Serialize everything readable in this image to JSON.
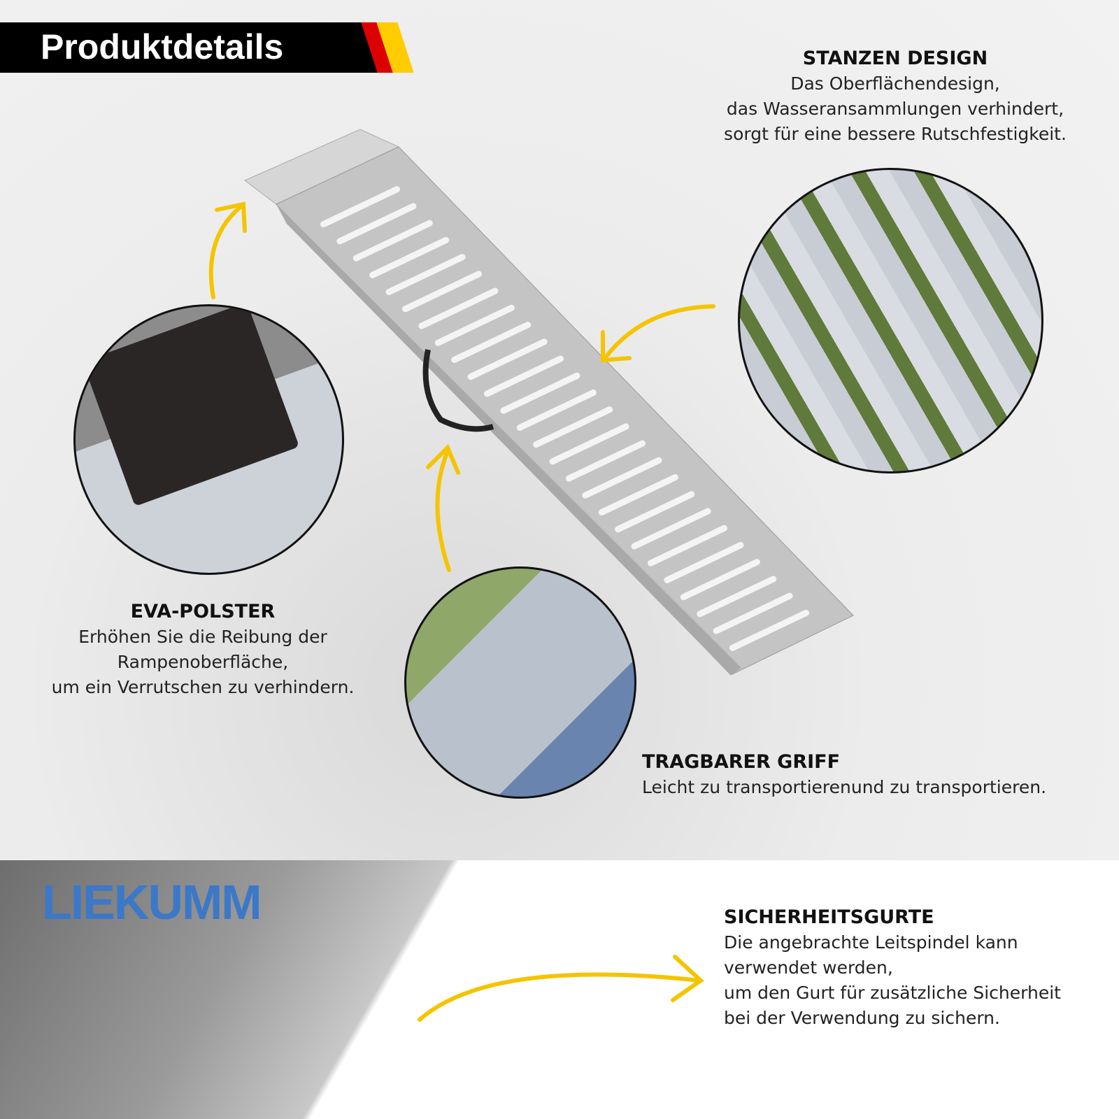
{
  "header": {
    "title": "Produktdetails",
    "flag_colors": [
      "#000000",
      "#dd0000",
      "#ffcc00"
    ]
  },
  "features": [
    {
      "title": "STANZEN DESIGN",
      "lines": [
        "Das Oberflächendesign,",
        "das Wasseransammlungen verhindert,",
        "sorgt für eine bessere Rutschfestigkeit."
      ]
    },
    {
      "title": "EVA-POLSTER",
      "lines": [
        "Erhöhen Sie die Reibung der",
        "Rampenoberfläche,",
        "um ein Verrutschen zu verhindern."
      ]
    },
    {
      "title": "TRAGBARER GRIFF",
      "lines": [
        "Leicht zu transportierenund zu transportieren."
      ]
    },
    {
      "title": "SICHERHEITSGURTE",
      "lines": [
        "Die angebrachte Leitspindel kann",
        "verwendet werden,",
        "um den Gurt für zusätzliche Sicherheit",
        "bei der Verwendung zu sichern."
      ]
    }
  ],
  "brand": "LIEKUMM",
  "accent": "#f5c400"
}
